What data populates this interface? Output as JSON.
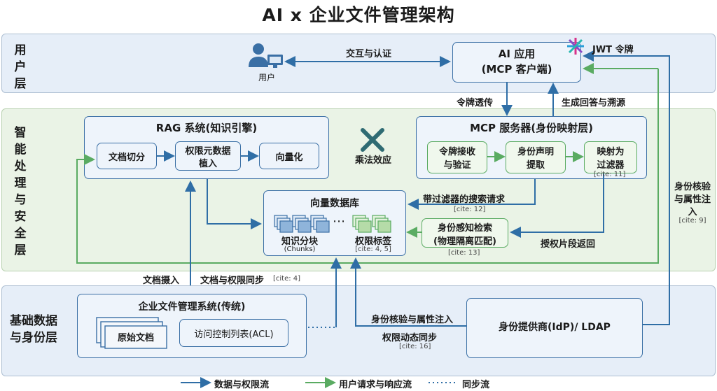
{
  "title": "AI x 企业文件管理架构",
  "layers": {
    "user": "用户层",
    "mid": "智能处理与安全层",
    "base": "基础数据与身份层"
  },
  "user": {
    "label": "用户"
  },
  "edge_labels": {
    "interact_auth": "交互与认证",
    "jwt": "JWT 令牌",
    "token_pass": "令牌透传",
    "gen_answer": "生成回答与溯源",
    "filter_search": "带过滤器的搜索请求",
    "filter_search_cite": "[cite: 12]",
    "auth_return": "授权片段返回",
    "doc_ingest": "文档摄入",
    "doc_perm_sync": "文档与权限同步",
    "doc_perm_sync_cite": "[cite: 4]",
    "id_attr_right_1": "身份核验",
    "id_attr_right_2": "与属性注",
    "id_attr_right_3": "入",
    "id_attr_right_cite": "[cite: 9]",
    "id_attr_inject": "身份核验与属性注入",
    "perm_sync": "权限动态同步",
    "perm_sync_cite": "[cite: 16]"
  },
  "ai_app": {
    "line1": "AI 应用",
    "line2": "(MCP 客户端)"
  },
  "rag": {
    "title": "RAG 系统(知识引擎)",
    "chunking": "文档切分",
    "meta_1": "权限元数据",
    "meta_2": "植入",
    "vectorize": "向量化"
  },
  "multiplier": {
    "label": "乘法效应"
  },
  "mcp": {
    "title": "MCP 服务器(身份映射层)",
    "recv_1": "令牌接收",
    "recv_2": "与验证",
    "claim_1": "身份声明",
    "claim_2": "提取",
    "map_1": "映射为",
    "map_2": "过滤器",
    "map_cite": "[cite: 11]"
  },
  "vectordb": {
    "title": "向量数据库",
    "chunks_label": "知识分块",
    "chunks_sub": "(Chunks)",
    "ellipsis": "⋯",
    "tags_label": "权限标签",
    "tags_cite": "[cite: 4, 5]"
  },
  "retrieval": {
    "line1": "身份感知检索",
    "line2": "(物理隔离匹配)",
    "cite": "[cite: 13]"
  },
  "legacy": {
    "title": "企业文件管理系统(传统)",
    "docs": "原始文档",
    "acl": "访问控制列表(ACL)"
  },
  "idp": {
    "label": "身份提供商(IdP)/ LDAP"
  },
  "legend": {
    "data_flow": "数据与权限流",
    "req_flow": "用户请求与响应流",
    "sync_flow": "同步流"
  },
  "colors": {
    "blue": "#2f6ea6",
    "green": "#5aab62"
  }
}
